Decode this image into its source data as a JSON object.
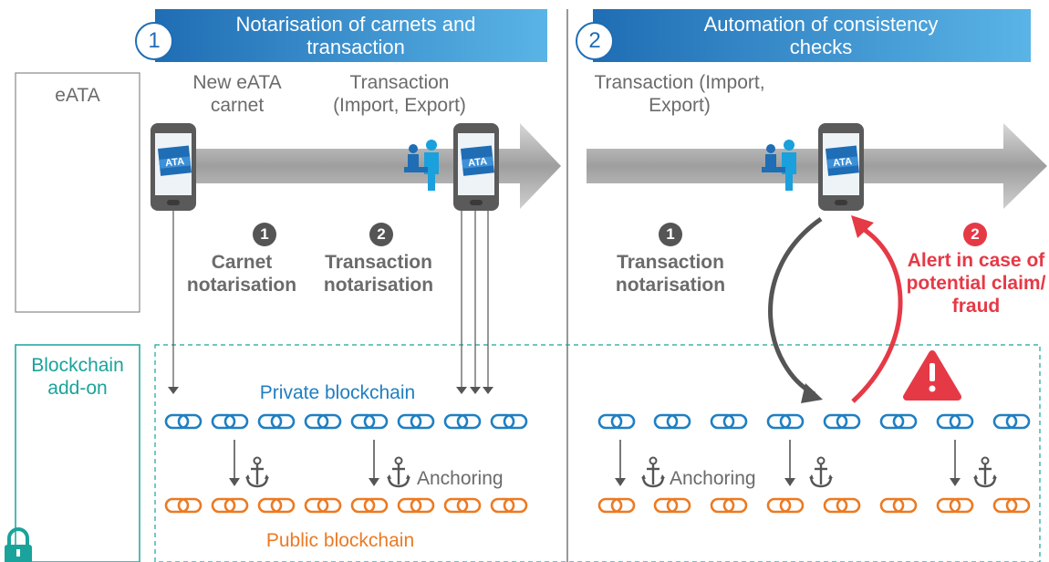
{
  "section1": {
    "number": "1",
    "title": "Notarisation of carnets and transaction",
    "carnet_label": "New eATA carnet",
    "transaction_label": "Transaction (Import, Export)",
    "step1_number": "1",
    "step1_label": "Carnet notarisation",
    "step2_number": "2",
    "step2_label": "Transaction notarisation",
    "private_label": "Private blockchain",
    "public_label": "Public blockchain",
    "anchoring_label": "Anchoring"
  },
  "section2": {
    "number": "2",
    "title": "Automation of consistency checks",
    "transaction_label": "Transaction (Import, Export)",
    "step1_number": "1",
    "step1_label": "Transaction notarisation",
    "step2_number": "2",
    "step2_label": "Alert in case of potential claim/ fraud",
    "anchoring_label": "Anchoring"
  },
  "left": {
    "eata_label": "eATA",
    "blockchain_label": "Blockchain add-on"
  },
  "icons": {
    "phone": "smartphone-icon",
    "ata_logo": "ata-logo-icon",
    "officer": "customs-officer-icon",
    "anchor": "anchor-icon",
    "chain": "chain-link-icon",
    "warning": "warning-icon",
    "lock": "lock-icon"
  },
  "colors": {
    "header_blue": "#1f6db4",
    "header_light": "#5ab4e6",
    "private_chain": "#1f7fc1",
    "public_chain": "#ec7a22",
    "alert_red": "#e63946",
    "teal": "#1aa39a",
    "arrow_gray": "#a9a9a9"
  }
}
